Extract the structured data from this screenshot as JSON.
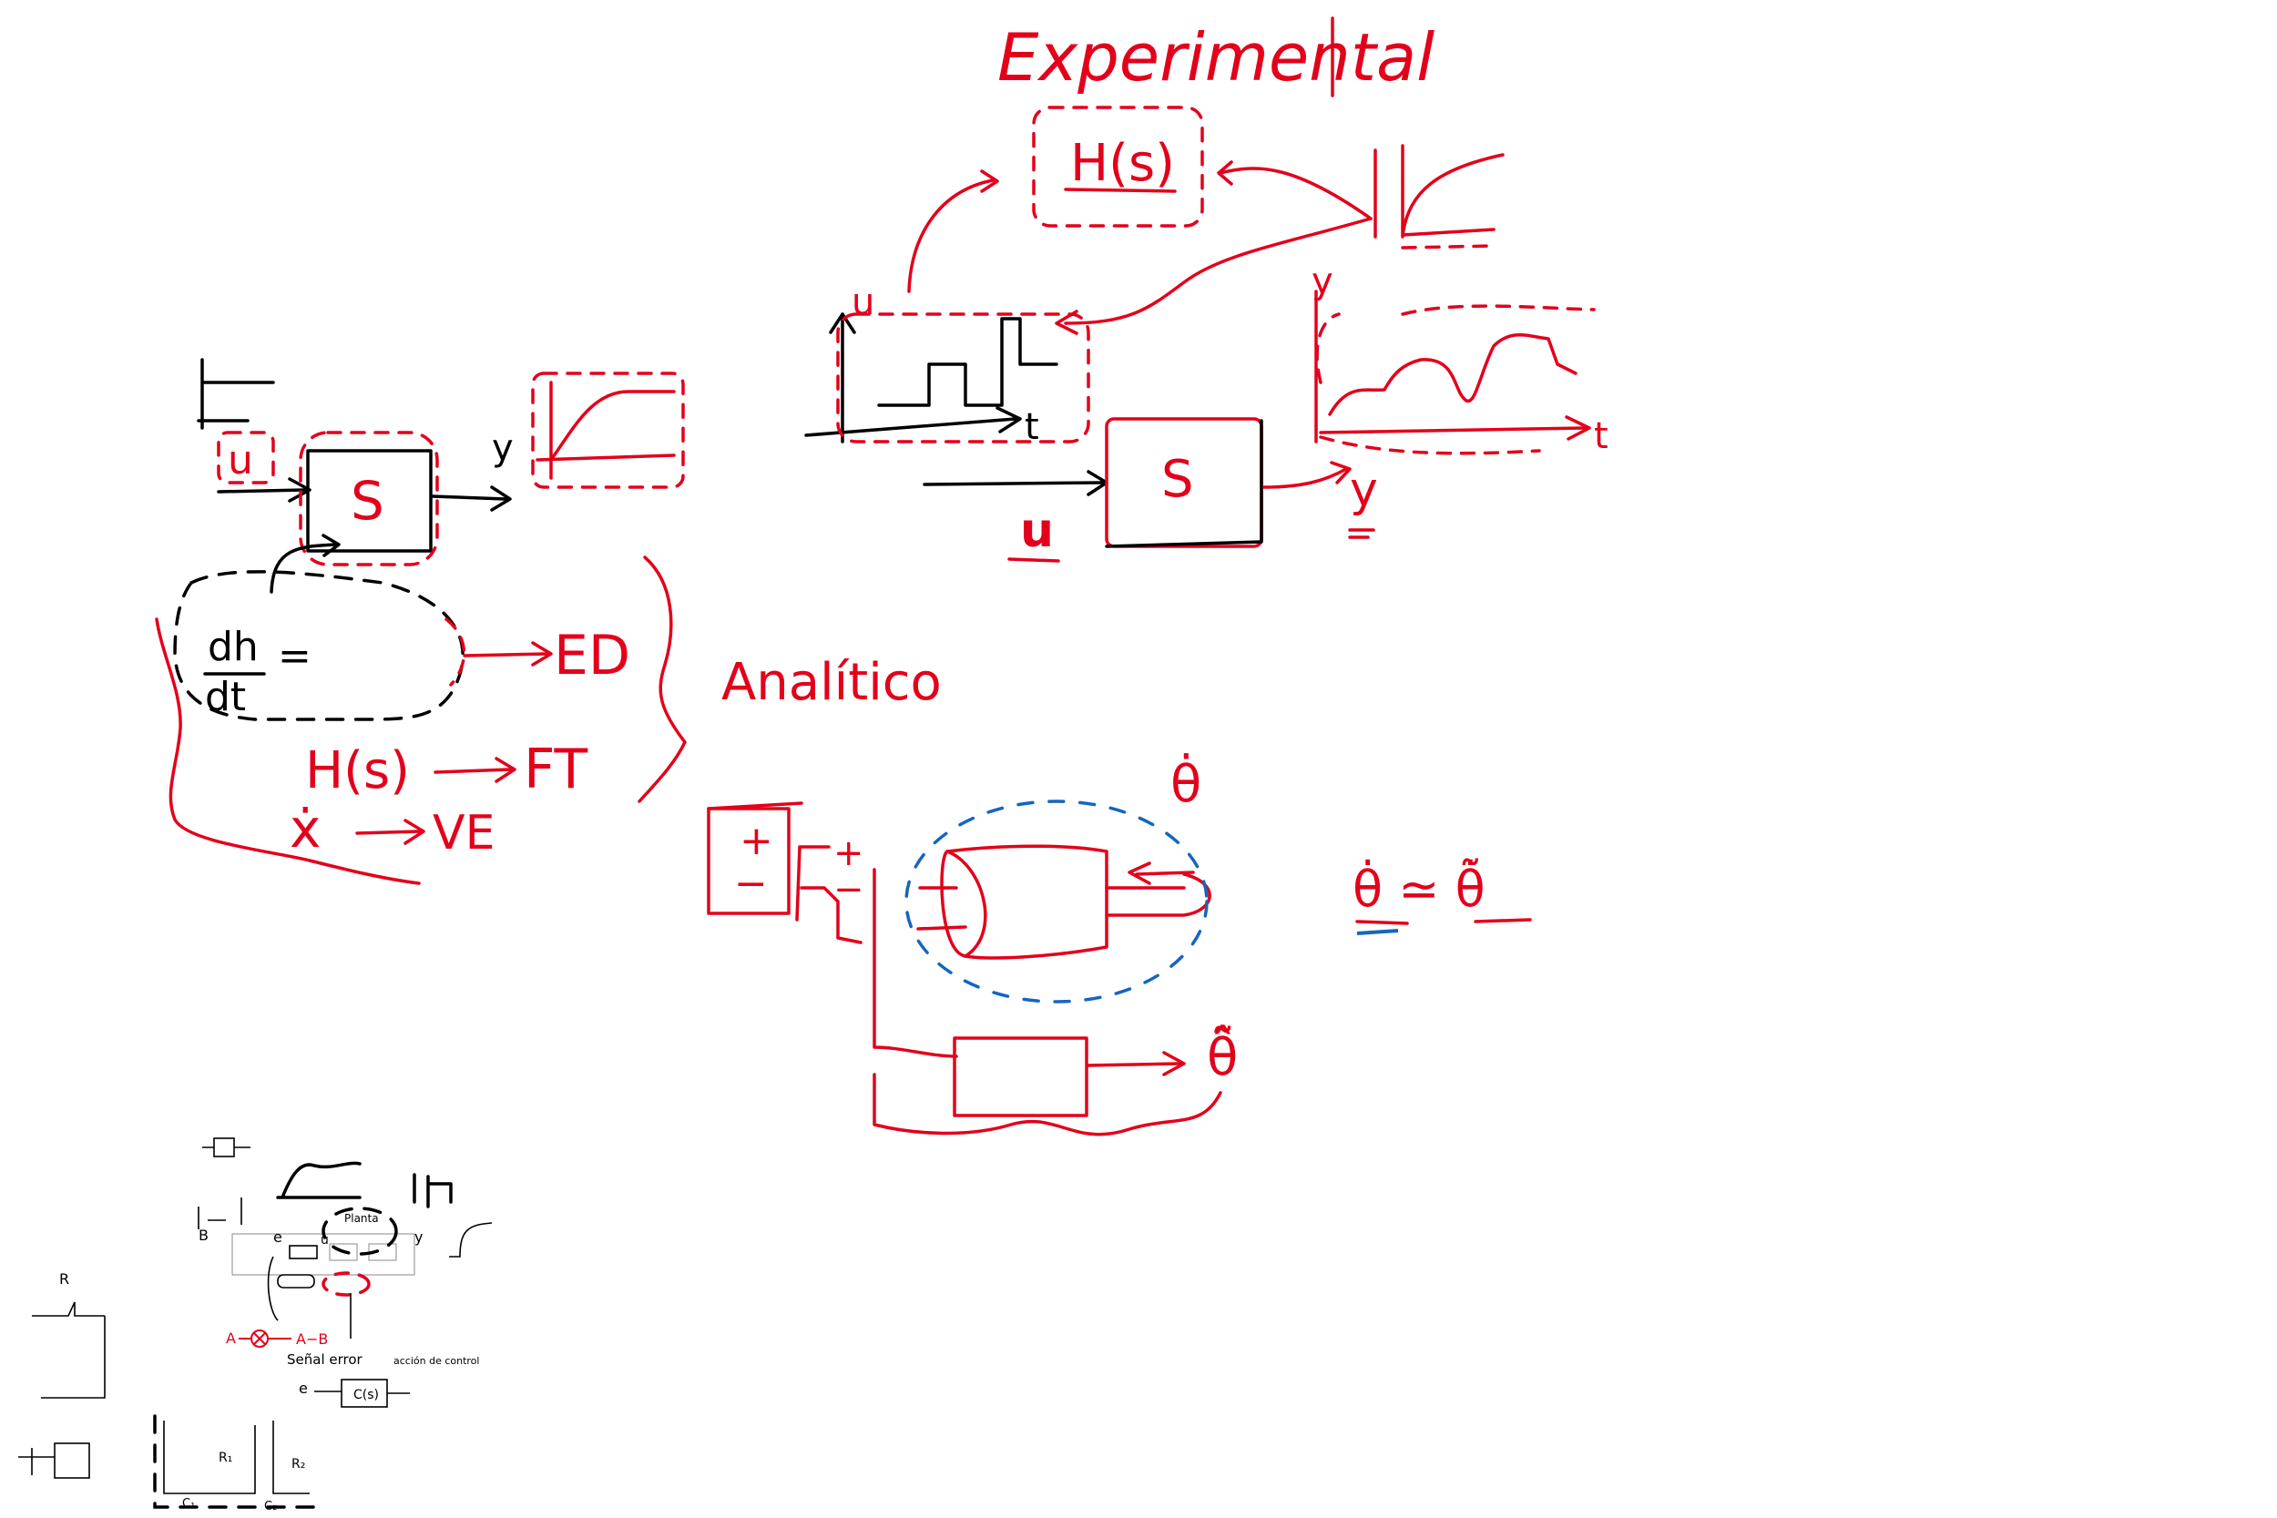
{
  "labels": {
    "experimental": "Experimental",
    "analitico": "Analítico",
    "h_s_top": "H(s)",
    "s_left": "S",
    "s_right": "S",
    "u_left": "u",
    "y_left": "y",
    "u_right": "u",
    "y_right": "y",
    "u_axis": "u",
    "y_axis": "y",
    "t_axis_left": "t",
    "t_axis_right": "t",
    "dh": "dh",
    "dt": "dt",
    "eq_sign": "=",
    "ed": "ED",
    "h_s_mid": "H(s)",
    "ft": "FT",
    "x_dot": "ẋ",
    "ve": "VE",
    "plus": "+",
    "minus": "−",
    "theta_dot": "θ̇",
    "theta_hat": "θ̂̃",
    "theta_eq": "θ̇ ≃ θ̃̇"
  },
  "mini_sketch": {
    "signal_error": "Señal error",
    "accion_control": "acción de control",
    "a_minus_b": "A−B",
    "a": "A",
    "b": "B",
    "e": "e",
    "u": "u",
    "y": "y",
    "cs": "C(s)",
    "r": "R",
    "r1": "R₁",
    "r2": "R₂",
    "c1": "C₁",
    "c2": "C₂",
    "planta": "Planta"
  },
  "colors": {
    "ink_red": "#e3001b",
    "ink_black": "#000000",
    "ink_blue": "#1565c0",
    "background": "#ffffff"
  }
}
